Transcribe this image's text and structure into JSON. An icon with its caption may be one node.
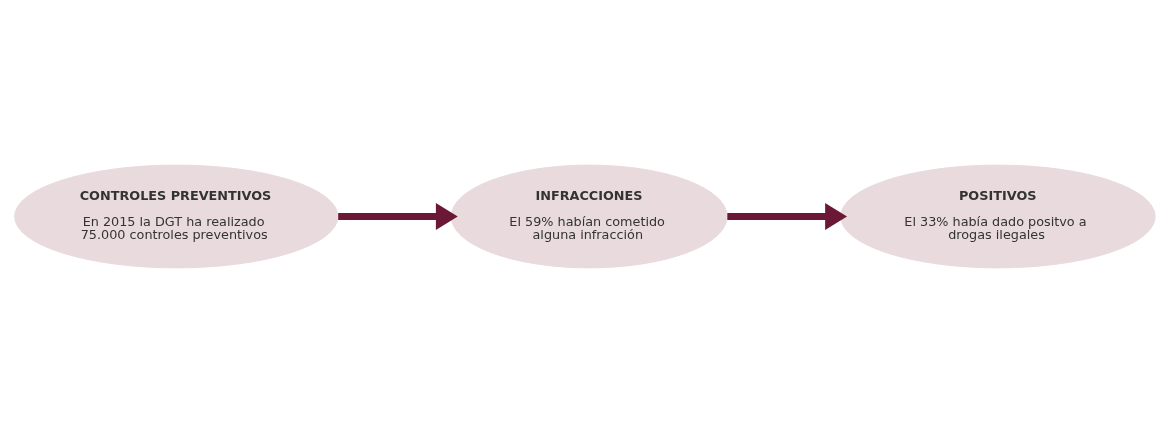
{
  "diagram": {
    "nodes": [
      {
        "text": [
          "CONTROLES PREVENTIVOS",
          "En 2015 la DGT ha realizado 75.000 controles preventivos"
        ]
      },
      {
        "text": [
          "INFRACCIONES",
          "El 59% habían cometido alguna infracción"
        ]
      },
      {
        "text": [
          "POSITIVOS",
          "El 33% había dado positvo a drogas ilegales"
        ]
      }
    ],
    "edges": [
      {
        "from": 0,
        "to": 1,
        "arrow": "to"
      },
      {
        "from": 1,
        "to": 2,
        "arrow": "to"
      }
    ]
  }
}
